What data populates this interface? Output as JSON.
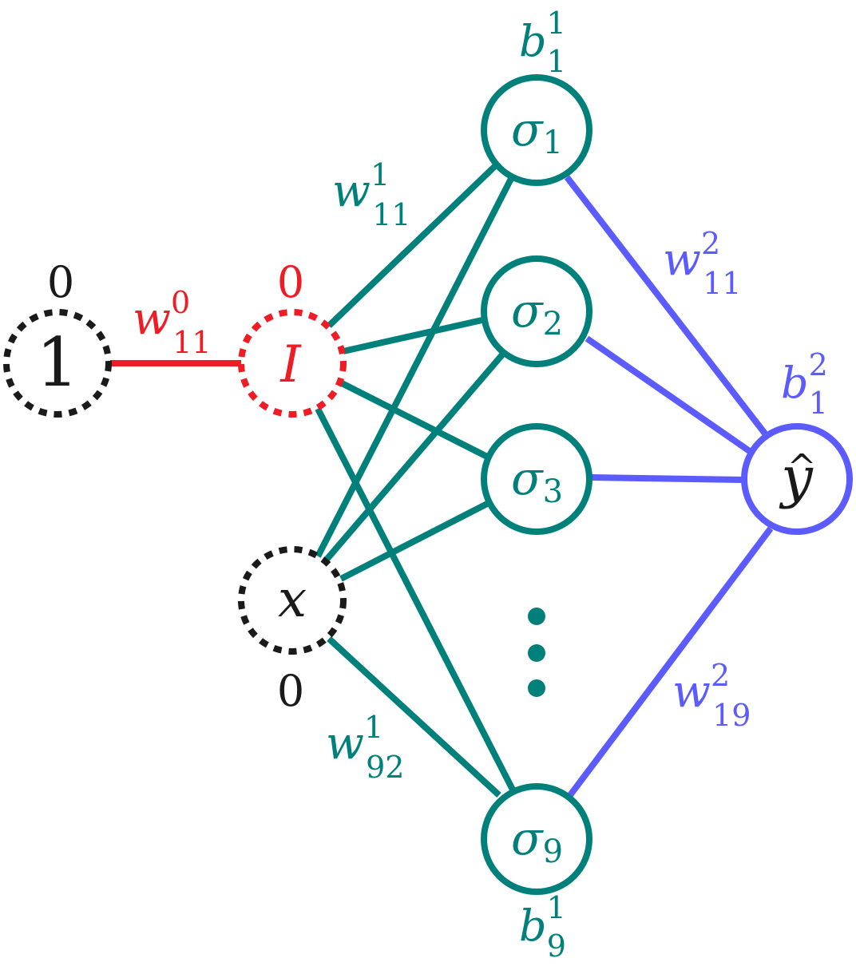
{
  "colors": {
    "teal": "#00807a",
    "red": "#ee1c24",
    "blue": "#5b5bff",
    "black": "#1a1a1a"
  },
  "nodes": {
    "one": {
      "glyph": "1",
      "label_above": "0"
    },
    "I": {
      "glyph": "I",
      "label_above": "0"
    },
    "x": {
      "glyph": "x",
      "label_below": "0"
    },
    "s1": {
      "glyph": "σ",
      "sub": "1",
      "bias_base": "b",
      "bias_sup": "1",
      "bias_sub": "1"
    },
    "s2": {
      "glyph": "σ",
      "sub": "2"
    },
    "s3": {
      "glyph": "σ",
      "sub": "3"
    },
    "s9": {
      "glyph": "σ",
      "sub": "9",
      "bias_base": "b",
      "bias_sup": "1",
      "bias_sub": "9"
    },
    "yhat": {
      "glyph": "y",
      "hat": "^",
      "bias_base": "b",
      "bias_sup": "2",
      "bias_sub": "1"
    }
  },
  "weights": {
    "w0_11": {
      "base": "w",
      "sup": "0",
      "sub": "11"
    },
    "w1_11": {
      "base": "w",
      "sup": "1",
      "sub": "11"
    },
    "w1_92": {
      "base": "w",
      "sup": "1",
      "sub": "92"
    },
    "w2_11": {
      "base": "w",
      "sup": "2",
      "sub": "11"
    },
    "w2_19": {
      "base": "w",
      "sup": "2",
      "sub": "19"
    }
  }
}
